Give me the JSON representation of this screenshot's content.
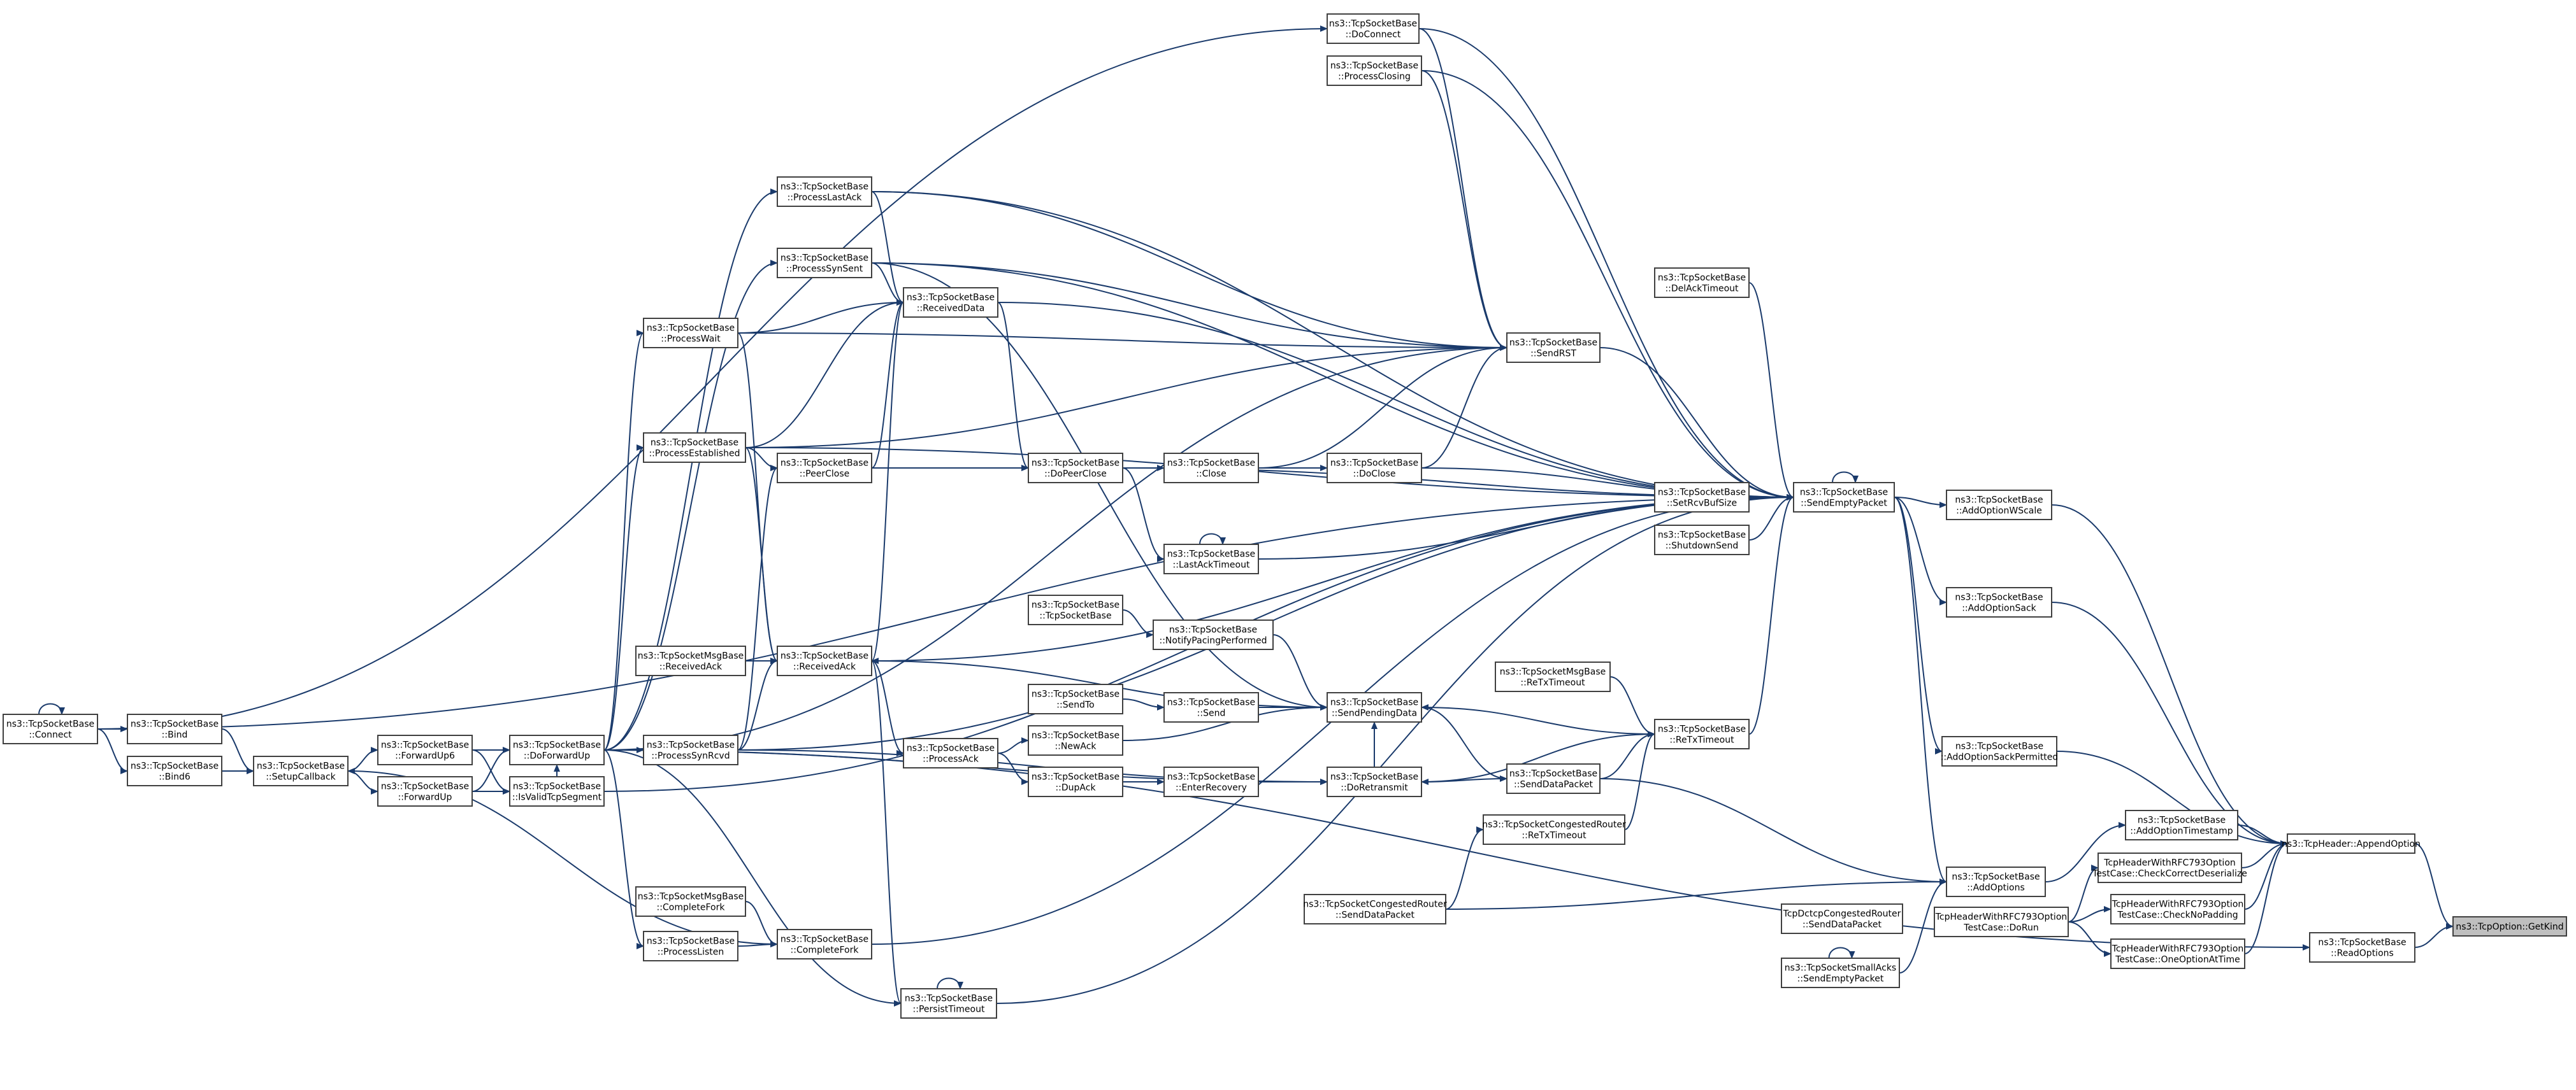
{
  "root": "ns3::TcpOption::GetKind",
  "nodes": {
    "getKind": [
      "ns3::TcpOption::GetKind"
    ],
    "appendOption": [
      "ns3::TcpHeader::AppendOption"
    ],
    "readOptions": [
      "ns3::TcpSocketBase",
      "::ReadOptions"
    ],
    "addOptionWScale": [
      "ns3::TcpSocketBase",
      "::AddOptionWScale"
    ],
    "addOptionSack": [
      "ns3::TcpSocketBase",
      "::AddOptionSack"
    ],
    "addOptionSackPermitted": [
      "ns3::TcpSocketBase",
      "::AddOptionSackPermitted"
    ],
    "addOptionTimestamp": [
      "ns3::TcpSocketBase",
      "::AddOptionTimestamp"
    ],
    "checkCorrectDeserialize": [
      "TcpHeaderWithRFC793Option",
      "TestCase::CheckCorrectDeserialize"
    ],
    "checkNoPadding": [
      "TcpHeaderWithRFC793Option",
      "TestCase::CheckNoPadding"
    ],
    "oneOptionAtTime": [
      "TcpHeaderWithRFC793Option",
      "TestCase::OneOptionAtTime"
    ],
    "doRun": [
      "TcpHeaderWithRFC793Option",
      "TestCase::DoRun"
    ],
    "addOptions": [
      "ns3::TcpSocketBase",
      "::AddOptions"
    ],
    "sendEmptyPacket": [
      "ns3::TcpSocketBase",
      "::SendEmptyPacket"
    ],
    "dctcpSendDataPacket": [
      "TcpDctcpCongestedRouter",
      "::SendDataPacket"
    ],
    "smallAcksSendEmptyPacket": [
      "ns3::TcpSocketSmallAcks",
      "::SendEmptyPacket"
    ],
    "setRcvBufSize": [
      "ns3::TcpSocketBase",
      "::SetRcvBufSize"
    ],
    "shutdownSend": [
      "ns3::TcpSocketBase",
      "::ShutdownSend"
    ],
    "doConnect": [
      "ns3::TcpSocketBase",
      "::DoConnect"
    ],
    "processClosing": [
      "ns3::TcpSocketBase",
      "::ProcessClosing"
    ],
    "delAckTimeout": [
      "ns3::TcpSocketBase",
      "::DelAckTimeout"
    ],
    "sendRST": [
      "ns3::TcpSocketBase",
      "::SendRST"
    ],
    "doClose": [
      "ns3::TcpSocketBase",
      "::DoClose"
    ],
    "close": [
      "ns3::TcpSocketBase",
      "::Close"
    ],
    "doPeerClose": [
      "ns3::TcpSocketBase",
      "::DoPeerClose"
    ],
    "lastAckTimeout": [
      "ns3::TcpSocketBase",
      "::LastAckTimeout"
    ],
    "tcpSocketBase": [
      "ns3::TcpSocketBase",
      "::TcpSocketBase"
    ],
    "notifyPacingPerformed": [
      "ns3::TcpSocketBase",
      "::NotifyPacingPerformed"
    ],
    "msgReTxTimeout": [
      "ns3::TcpSocketMsgBase",
      "::ReTxTimeout"
    ],
    "reTxTimeout": [
      "ns3::TcpSocketBase",
      "::ReTxTimeout"
    ],
    "sendTo": [
      "ns3::TcpSocketBase",
      "::SendTo"
    ],
    "send": [
      "ns3::TcpSocketBase",
      "::Send"
    ],
    "sendPendingData": [
      "ns3::TcpSocketBase",
      "::SendPendingData"
    ],
    "newAck": [
      "ns3::TcpSocketBase",
      "::NewAck"
    ],
    "dupAck": [
      "ns3::TcpSocketBase",
      "::DupAck"
    ],
    "enterRecovery": [
      "ns3::TcpSocketBase",
      "::EnterRecovery"
    ],
    "doRetransmit": [
      "ns3::TcpSocketBase",
      "::DoRetransmit"
    ],
    "sendDataPacket": [
      "ns3::TcpSocketBase",
      "::SendDataPacket"
    ],
    "congestedRouterReTxTimeout": [
      "ns3::TcpSocketCongestedRouter",
      "::ReTxTimeout"
    ],
    "congestedRouterSendDataPacket": [
      "ns3::TcpSocketCongestedRouter",
      "::SendDataPacket"
    ],
    "processLastAck": [
      "ns3::TcpSocketBase",
      "::ProcessLastAck"
    ],
    "processSynSent": [
      "ns3::TcpSocketBase",
      "::ProcessSynSent"
    ],
    "receivedData": [
      "ns3::TcpSocketBase",
      "::ReceivedData"
    ],
    "processWait": [
      "ns3::TcpSocketBase",
      "::ProcessWait"
    ],
    "processEstablished": [
      "ns3::TcpSocketBase",
      "::ProcessEstablished"
    ],
    "peerClose": [
      "ns3::TcpSocketBase",
      "::PeerClose"
    ],
    "msgReceivedAck": [
      "ns3::TcpSocketMsgBase",
      "::ReceivedAck"
    ],
    "receivedAck": [
      "ns3::TcpSocketBase",
      "::ReceivedAck"
    ],
    "processAck": [
      "ns3::TcpSocketBase",
      "::ProcessAck"
    ],
    "processSynRcvd": [
      "ns3::TcpSocketBase",
      "::ProcessSynRcvd"
    ],
    "isValidTcpSegment": [
      "ns3::TcpSocketBase",
      "::IsValidTcpSegment"
    ],
    "doForwardUp": [
      "ns3::TcpSocketBase",
      "::DoForwardUp"
    ],
    "forwardUp6": [
      "ns3::TcpSocketBase",
      "::ForwardUp6"
    ],
    "forwardUp": [
      "ns3::TcpSocketBase",
      "::ForwardUp"
    ],
    "setupCallback": [
      "ns3::TcpSocketBase",
      "::SetupCallback"
    ],
    "bind": [
      "ns3::TcpSocketBase",
      "::Bind"
    ],
    "bind6": [
      "ns3::TcpSocketBase",
      "::Bind6"
    ],
    "connect": [
      "ns3::TcpSocketBase",
      "::Connect"
    ],
    "msgCompleteFork": [
      "ns3::TcpSocketMsgBase",
      "::CompleteFork"
    ],
    "processListen": [
      "ns3::TcpSocketBase",
      "::ProcessListen"
    ],
    "completeFork": [
      "ns3::TcpSocketBase",
      "::CompleteFork"
    ],
    "persistTimeout": [
      "ns3::TcpSocketBase",
      "::PersistTimeout"
    ]
  },
  "edges": [
    [
      "appendOption",
      "getKind"
    ],
    [
      "readOptions",
      "getKind"
    ],
    [
      "addOptionWScale",
      "appendOption"
    ],
    [
      "addOptionSack",
      "appendOption"
    ],
    [
      "addOptionSackPermitted",
      "appendOption"
    ],
    [
      "addOptionTimestamp",
      "appendOption"
    ],
    [
      "checkCorrectDeserialize",
      "appendOption"
    ],
    [
      "checkNoPadding",
      "appendOption"
    ],
    [
      "oneOptionAtTime",
      "appendOption"
    ],
    [
      "doRun",
      "checkCorrectDeserialize"
    ],
    [
      "doRun",
      "checkNoPadding"
    ],
    [
      "doRun",
      "oneOptionAtTime"
    ],
    [
      "addOptions",
      "addOptionTimestamp"
    ],
    [
      "sendEmptyPacket",
      "addOptionWScale"
    ],
    [
      "sendEmptyPacket",
      "addOptionSack"
    ],
    [
      "sendEmptyPacket",
      "addOptionSackPermitted"
    ],
    [
      "sendEmptyPacket",
      "addOptions"
    ],
    [
      "sendDataPacket",
      "addOptions"
    ],
    [
      "congestedRouterSendDataPacket",
      "addOptions"
    ],
    [
      "smallAcksSendEmptyPacket",
      "addOptions"
    ],
    [
      "smallAcksSendEmptyPacket",
      "smallAcksSendEmptyPacket"
    ],
    [
      "sendEmptyPacket",
      "sendEmptyPacket"
    ],
    [
      "doConnect",
      "sendEmptyPacket"
    ],
    [
      "processClosing",
      "sendEmptyPacket"
    ],
    [
      "processLastAck",
      "sendEmptyPacket"
    ],
    [
      "processSynSent",
      "sendEmptyPacket"
    ],
    [
      "receivedData",
      "sendEmptyPacket"
    ],
    [
      "delAckTimeout",
      "sendEmptyPacket"
    ],
    [
      "sendRST",
      "sendEmptyPacket"
    ],
    [
      "processEstablished",
      "sendEmptyPacket"
    ],
    [
      "doClose",
      "sendEmptyPacket"
    ],
    [
      "doPeerClose",
      "sendEmptyPacket"
    ],
    [
      "setRcvBufSize",
      "sendEmptyPacket"
    ],
    [
      "shutdownSend",
      "sendEmptyPacket"
    ],
    [
      "lastAckTimeout",
      "sendEmptyPacket"
    ],
    [
      "reTxTimeout",
      "sendEmptyPacket"
    ],
    [
      "processSynRcvd",
      "sendEmptyPacket"
    ],
    [
      "completeFork",
      "sendEmptyPacket"
    ],
    [
      "persistTimeout",
      "sendEmptyPacket"
    ],
    [
      "receivedAck",
      "sendEmptyPacket"
    ],
    [
      "connect",
      "sendEmptyPacket"
    ],
    [
      "doConnect",
      "sendRST"
    ],
    [
      "processClosing",
      "sendRST"
    ],
    [
      "processLastAck",
      "sendRST"
    ],
    [
      "processSynSent",
      "sendRST"
    ],
    [
      "processWait",
      "sendRST"
    ],
    [
      "processEstablished",
      "sendRST"
    ],
    [
      "close",
      "sendRST"
    ],
    [
      "doClose",
      "sendRST"
    ],
    [
      "doForwardUp",
      "sendRST"
    ],
    [
      "close",
      "doClose"
    ],
    [
      "doPeerClose",
      "close"
    ],
    [
      "lastAckTimeout",
      "lastAckTimeout"
    ],
    [
      "doPeerClose",
      "lastAckTimeout"
    ],
    [
      "receivedData",
      "doPeerClose"
    ],
    [
      "peerClose",
      "doPeerClose"
    ],
    [
      "processLastAck",
      "receivedData"
    ],
    [
      "processSynSent",
      "receivedData"
    ],
    [
      "processWait",
      "receivedData"
    ],
    [
      "processEstablished",
      "receivedData"
    ],
    [
      "peerClose",
      "receivedData"
    ],
    [
      "receivedAck",
      "receivedData"
    ],
    [
      "processEstablished",
      "peerClose"
    ],
    [
      "processSynRcvd",
      "peerClose"
    ],
    [
      "processWait",
      "receivedAck"
    ],
    [
      "processEstablished",
      "receivedAck"
    ],
    [
      "msgReceivedAck",
      "receivedAck"
    ],
    [
      "processSynRcvd",
      "receivedAck"
    ],
    [
      "persistTimeout",
      "receivedAck"
    ],
    [
      "receivedAck",
      "processAck"
    ],
    [
      "processAck",
      "newAck"
    ],
    [
      "processAck",
      "dupAck"
    ],
    [
      "dupAck",
      "enterRecovery"
    ],
    [
      "enterRecovery",
      "doRetransmit"
    ],
    [
      "tcpSocketBase",
      "notifyPacingPerformed"
    ],
    [
      "notifyPacingPerformed",
      "sendPendingData"
    ],
    [
      "sendTo",
      "send"
    ],
    [
      "send",
      "sendPendingData"
    ],
    [
      "receivedAck",
      "sendPendingData"
    ],
    [
      "newAck",
      "sendPendingData"
    ],
    [
      "reTxTimeout",
      "sendPendingData"
    ],
    [
      "doRetransmit",
      "sendPendingData"
    ],
    [
      "processSynSent",
      "sendPendingData"
    ],
    [
      "doRetransmit",
      "sendDataPacket"
    ],
    [
      "sendPendingData",
      "sendDataPacket"
    ],
    [
      "sendDataPacket",
      "reTxTimeout"
    ],
    [
      "msgReTxTimeout",
      "reTxTimeout"
    ],
    [
      "congestedRouterReTxTimeout",
      "reTxTimeout"
    ],
    [
      "congestedRouterSendDataPacket",
      "congestedRouterReTxTimeout"
    ],
    [
      "reTxTimeout",
      "doRetransmit"
    ],
    [
      "processSynRcvd",
      "doRetransmit"
    ],
    [
      "doForwardUp",
      "processWait"
    ],
    [
      "doForwardUp",
      "processEstablished"
    ],
    [
      "doForwardUp",
      "processSynSent"
    ],
    [
      "doForwardUp",
      "processLastAck"
    ],
    [
      "doForwardUp",
      "processSynRcvd"
    ],
    [
      "doForwardUp",
      "doRetransmit"
    ],
    [
      "isValidTcpSegment",
      "doForwardUp"
    ],
    [
      "forwardUp6",
      "doForwardUp"
    ],
    [
      "forwardUp",
      "doForwardUp"
    ],
    [
      "forwardUp6",
      "isValidTcpSegment"
    ],
    [
      "forwardUp",
      "isValidTcpSegment"
    ],
    [
      "setupCallback",
      "forwardUp6"
    ],
    [
      "setupCallback",
      "forwardUp"
    ],
    [
      "bind",
      "setupCallback"
    ],
    [
      "bind6",
      "setupCallback"
    ],
    [
      "completeFork",
      "setupCallback"
    ],
    [
      "connect",
      "bind"
    ],
    [
      "connect",
      "bind6"
    ],
    [
      "connect",
      "connect"
    ],
    [
      "connect",
      "doConnect"
    ],
    [
      "msgCompleteFork",
      "completeFork"
    ],
    [
      "processListen",
      "completeFork"
    ],
    [
      "doForwardUp",
      "processListen"
    ],
    [
      "doForwardUp",
      "persistTimeout"
    ],
    [
      "persistTimeout",
      "persistTimeout"
    ],
    [
      "isValidTcpSegment",
      "sendEmptyPacket"
    ],
    [
      "doForwardUp",
      "readOptions"
    ]
  ]
}
